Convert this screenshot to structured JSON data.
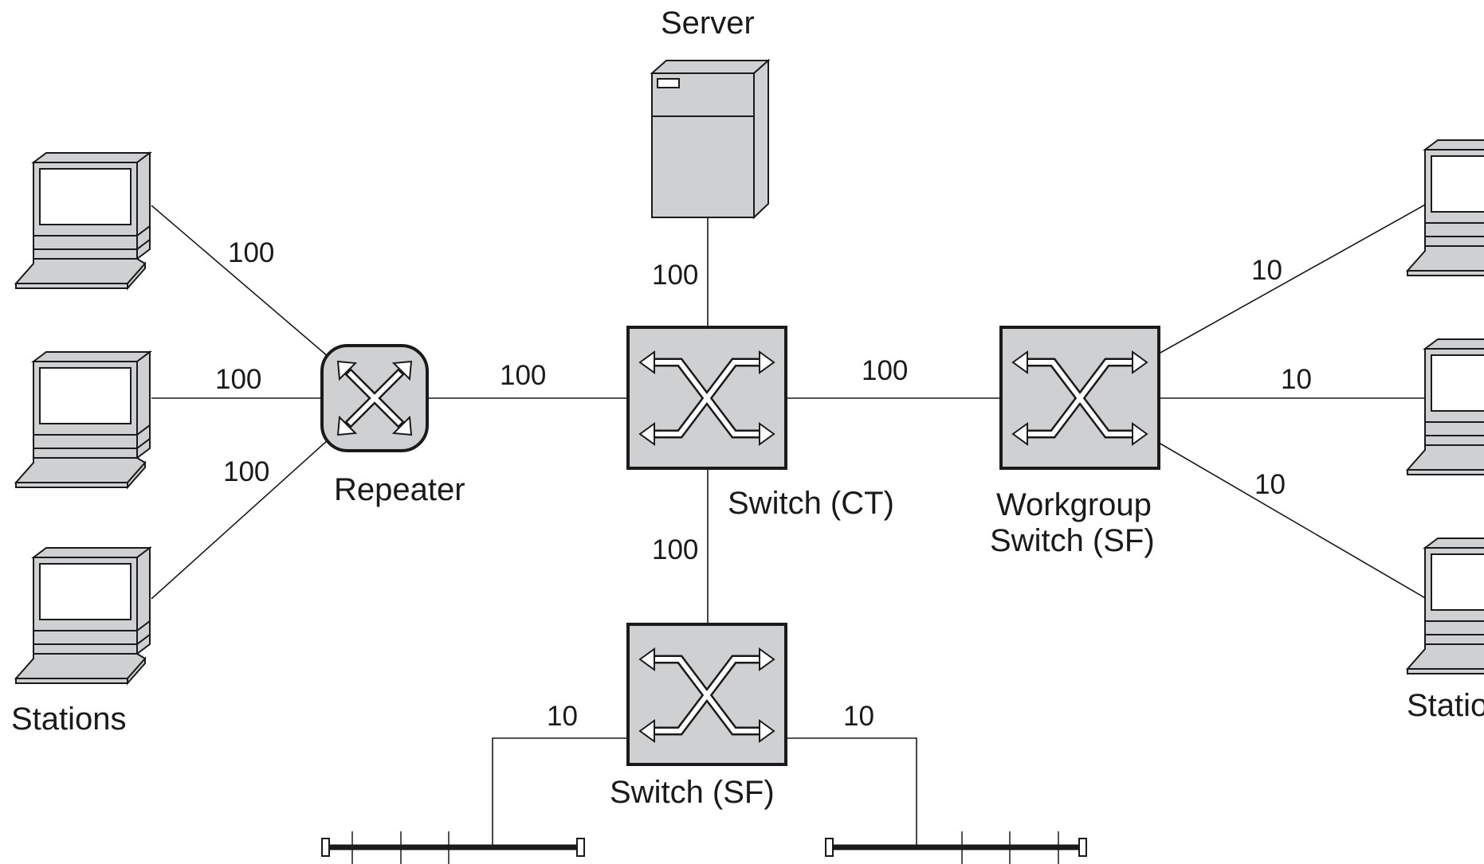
{
  "labels": {
    "server": "Server",
    "repeater": "Repeater",
    "switch_ct": "Switch (CT)",
    "workgroup_line1": "Workgroup",
    "workgroup_line2": "Switch (SF)",
    "switch_sf": "Switch (SF)",
    "stations_left": "Stations",
    "stations_right": "Statio"
  },
  "link_speeds": {
    "station1_repeater": "100",
    "station2_repeater": "100",
    "station3_repeater": "100",
    "repeater_switch_ct": "100",
    "server_switch_ct": "100",
    "switch_ct_workgroup": "100",
    "switch_ct_switch_sf": "100",
    "workgroup_station1": "10",
    "workgroup_station2": "10",
    "workgroup_station3": "10",
    "switch_sf_left_segment": "10",
    "switch_sf_right_segment": "10"
  },
  "colors": {
    "device_fill": "#cfd0d2",
    "outline": "#1a1a1a",
    "background": "#ffffff"
  }
}
